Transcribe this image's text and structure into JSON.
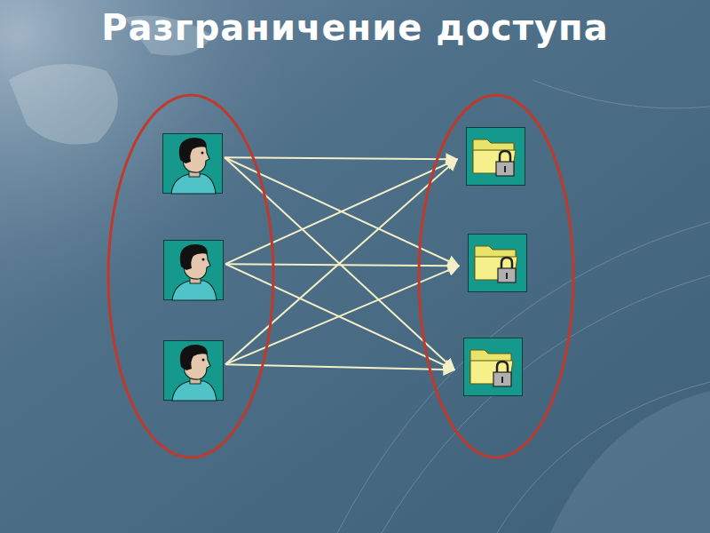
{
  "diagram": {
    "title": "Разграничение доступа",
    "nodes": [
      {
        "text": []
      },
      {
        "text": []
      },
      {
        "text": [],
        "in": 0
      },
      {
        "text": [],
        "in": 0
      },
      {
        "text": [],
        "in": 0
      },
      {
        "text": [],
        "in": 1
      },
      {
        "text": [],
        "in": 1
      },
      {
        "text": [],
        "in": 1
      }
    ],
    "edges": [
      {
        "from": 2,
        "to": 5,
        "arrow": "to"
      },
      {
        "from": 2,
        "to": 6,
        "arrow": "to"
      },
      {
        "from": 2,
        "to": 7,
        "arrow": "to"
      },
      {
        "from": 3,
        "to": 5,
        "arrow": "to"
      },
      {
        "from": 3,
        "to": 6,
        "arrow": "to"
      },
      {
        "from": 3,
        "to": 7,
        "arrow": "to"
      },
      {
        "from": 4,
        "to": 5,
        "arrow": "to"
      },
      {
        "from": 4,
        "to": 6,
        "arrow": "to"
      },
      {
        "from": 4,
        "to": 7,
        "arrow": "to"
      }
    ]
  }
}
